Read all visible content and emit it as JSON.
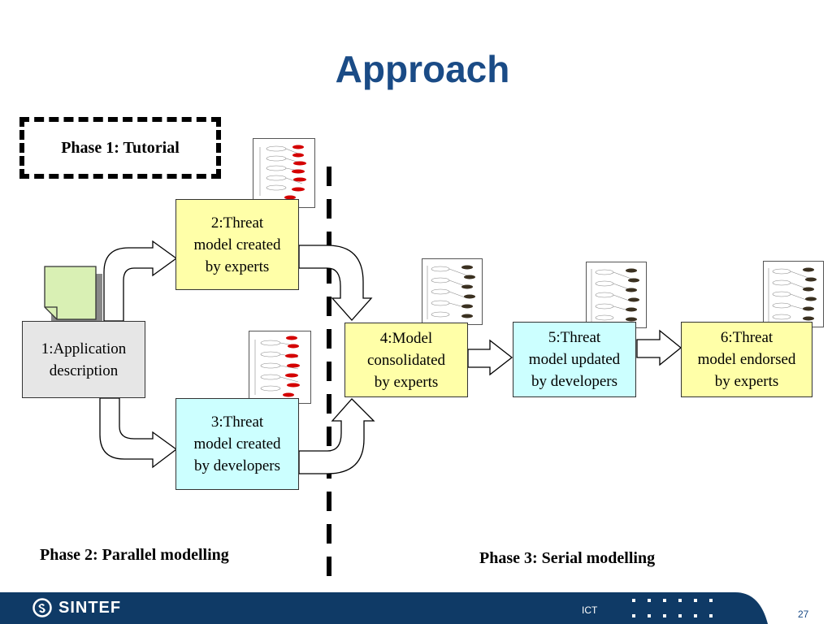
{
  "title": "Approach",
  "phase1_label": "Phase 1: Tutorial",
  "phase2_label": "Phase 2: Parallel modelling",
  "phase3_label": "Phase 3: Serial modelling",
  "nodes": {
    "n1": [
      "1:Application",
      "description"
    ],
    "n2": [
      "2:Threat",
      "model created",
      "by experts"
    ],
    "n3": [
      "3:Threat",
      "model created",
      "by developers"
    ],
    "n4": [
      "4:Model",
      "consolidated",
      "by experts"
    ],
    "n5": [
      "5:Threat",
      "model updated",
      "by developers"
    ],
    "n6": [
      "6:Threat",
      "model endorsed",
      "by experts"
    ]
  },
  "footer": {
    "brand": "SINTEF",
    "dept": "ICT",
    "page": "27"
  },
  "colors": {
    "title": "#1a4b86",
    "footer": "#0f3a66",
    "node_yellow": "#ffffa8",
    "node_cyan": "#ccffff",
    "node_grey": "#e6e6e6",
    "doc_green": "#d9f0b4"
  }
}
